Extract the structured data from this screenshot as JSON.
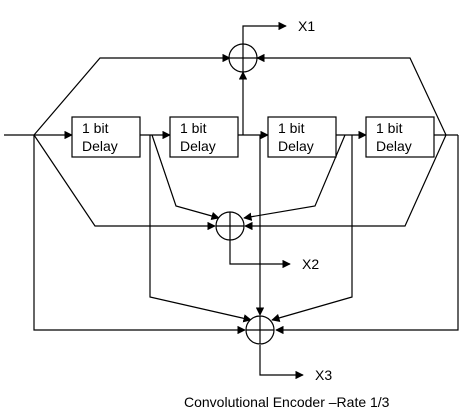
{
  "delay_blocks": [
    {
      "line1": "1 bit",
      "line2": "Delay"
    },
    {
      "line1": "1 bit",
      "line2": "Delay"
    },
    {
      "line1": "1 bit",
      "line2": "Delay"
    },
    {
      "line1": "1 bit",
      "line2": "Delay"
    }
  ],
  "outputs": {
    "x1": "X1",
    "x2": "X2",
    "x3": "X3"
  },
  "caption": "Convolutional Encoder –Rate 1/3"
}
